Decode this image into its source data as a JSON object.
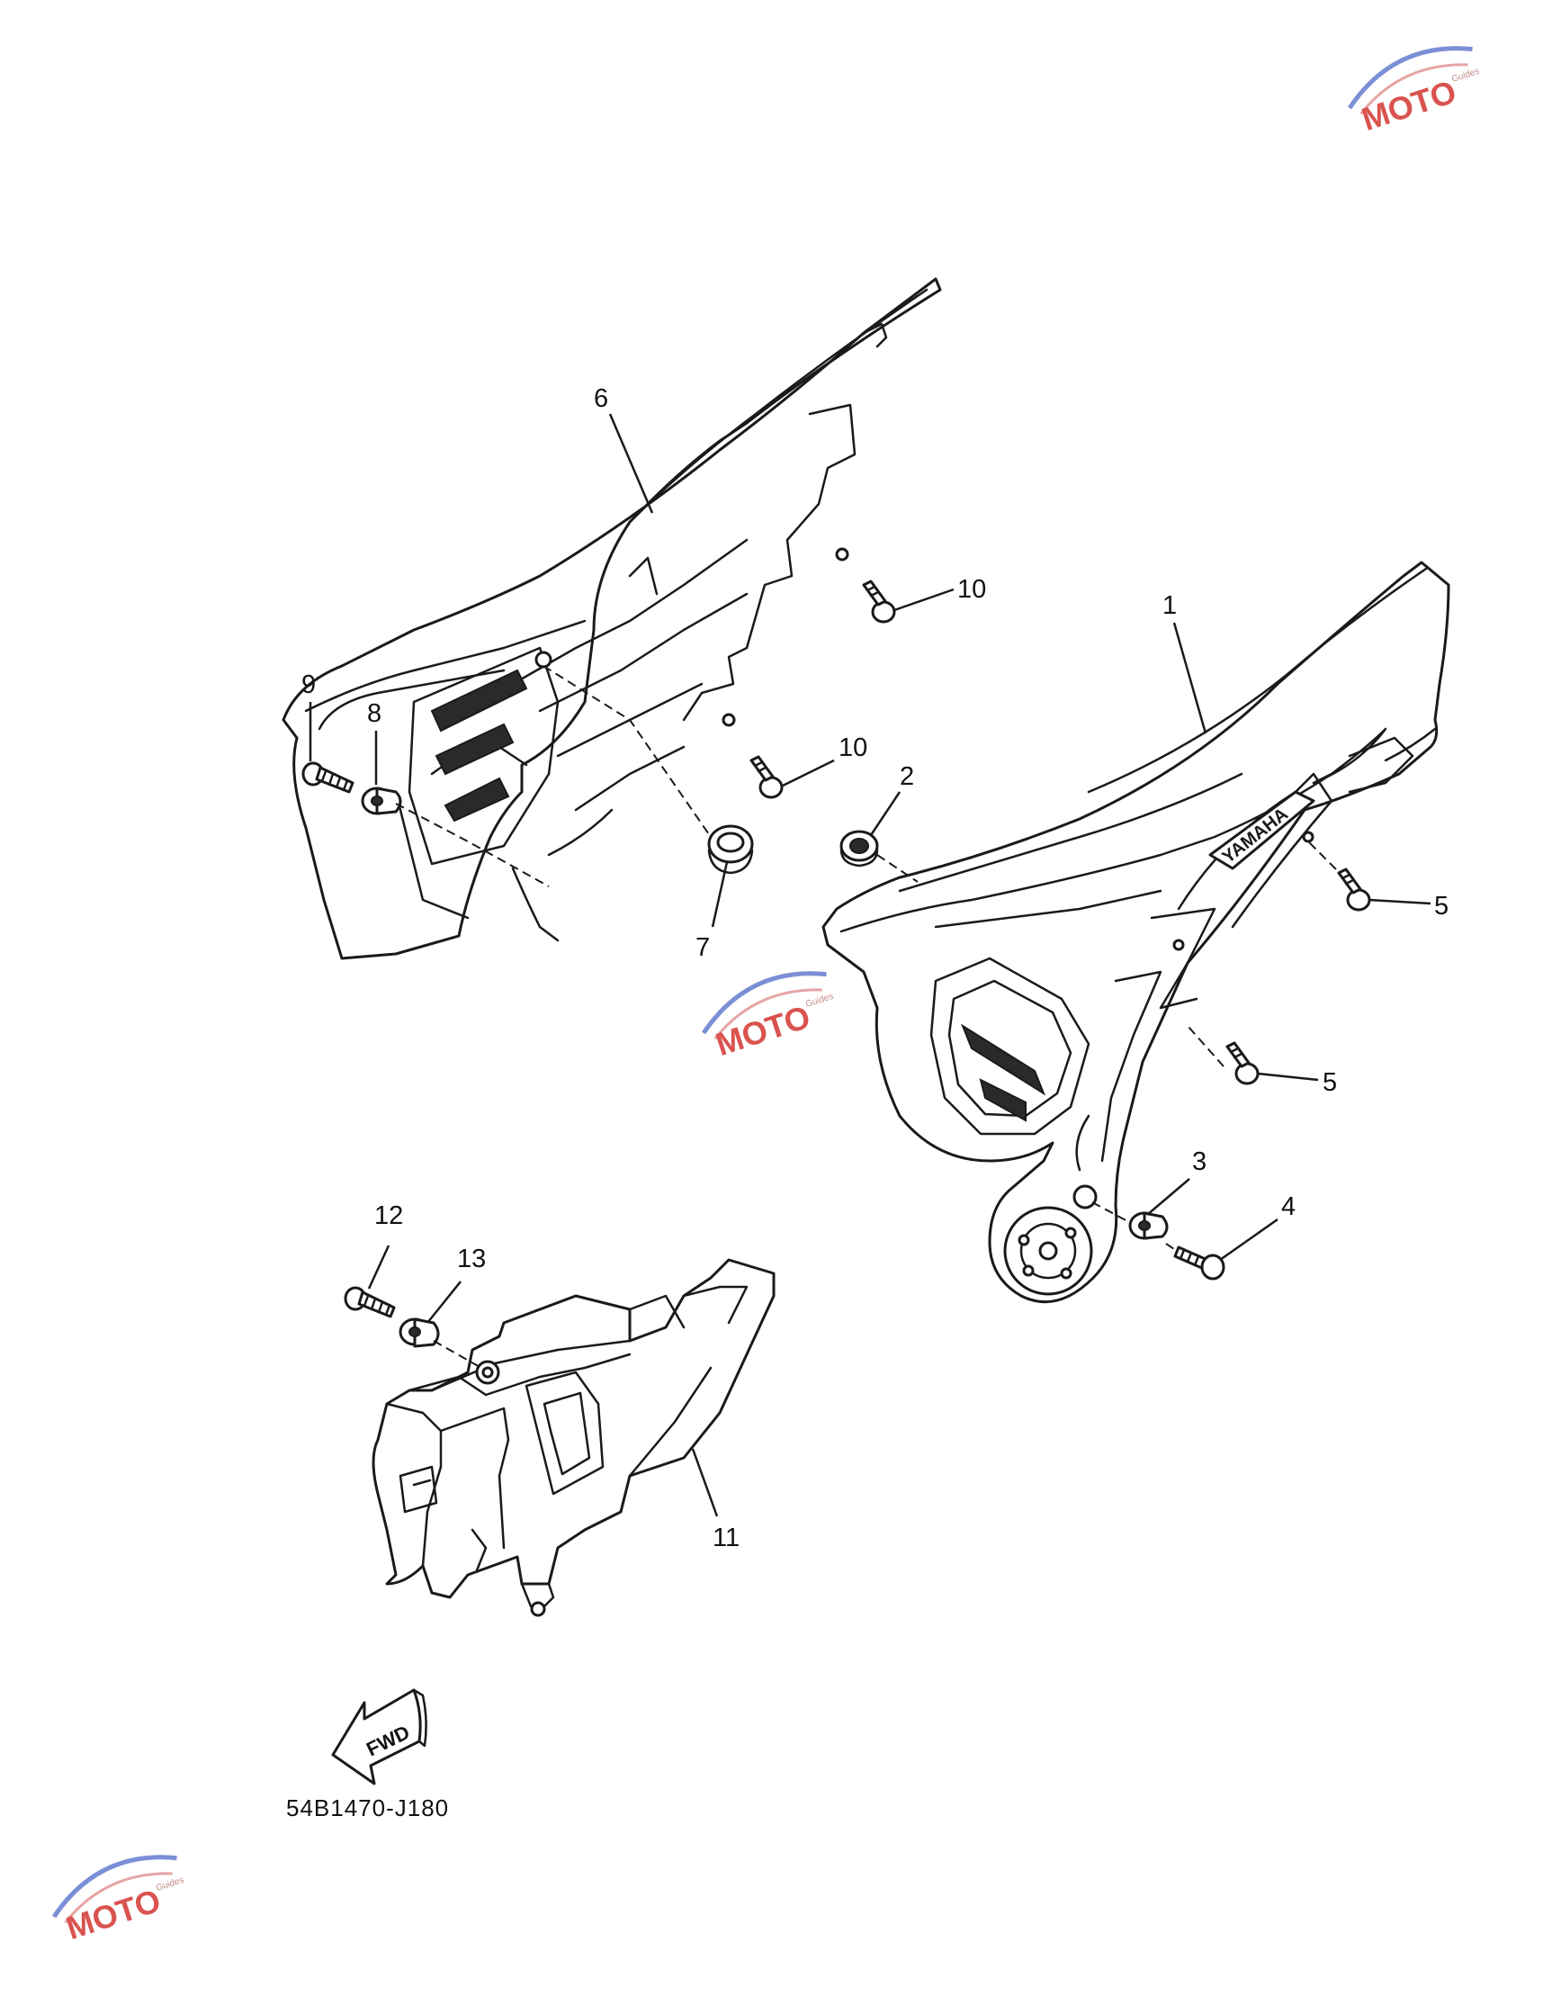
{
  "callouts": {
    "c1": "1",
    "c2": "2",
    "c3": "3",
    "c4": "4",
    "c5a": "5",
    "c5b": "5",
    "c6": "6",
    "c7": "7",
    "c8": "8",
    "c9": "9",
    "c10a": "10",
    "c10b": "10",
    "c11": "11",
    "c12": "12",
    "c13": "13"
  },
  "fwd_label": "FWD",
  "diagram_code": "54B1470-J180",
  "brand_label": "YAMAHA",
  "watermark": {
    "text": "MOTO",
    "subtext": "Guides",
    "color": "#d9534f",
    "accent": "#7b8fd6"
  }
}
